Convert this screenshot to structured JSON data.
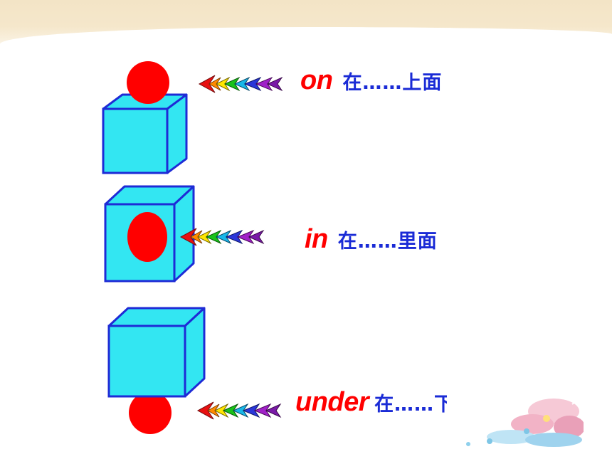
{
  "rows": [
    {
      "word": "on",
      "meaning": "在……上面"
    },
    {
      "word": "in",
      "meaning": "在……里面"
    },
    {
      "word": "under",
      "meaning": "在……下面"
    }
  ],
  "colors": {
    "cube_fill": "#33e6f2",
    "cube_stroke": "#1e2bd6",
    "ball": "#ff0000",
    "word": "#ff0000",
    "meaning": "#1a2bd6",
    "banner": "#f3e4c6"
  },
  "icons": [
    "rainbow-arrow-icon",
    "flower-decoration"
  ]
}
